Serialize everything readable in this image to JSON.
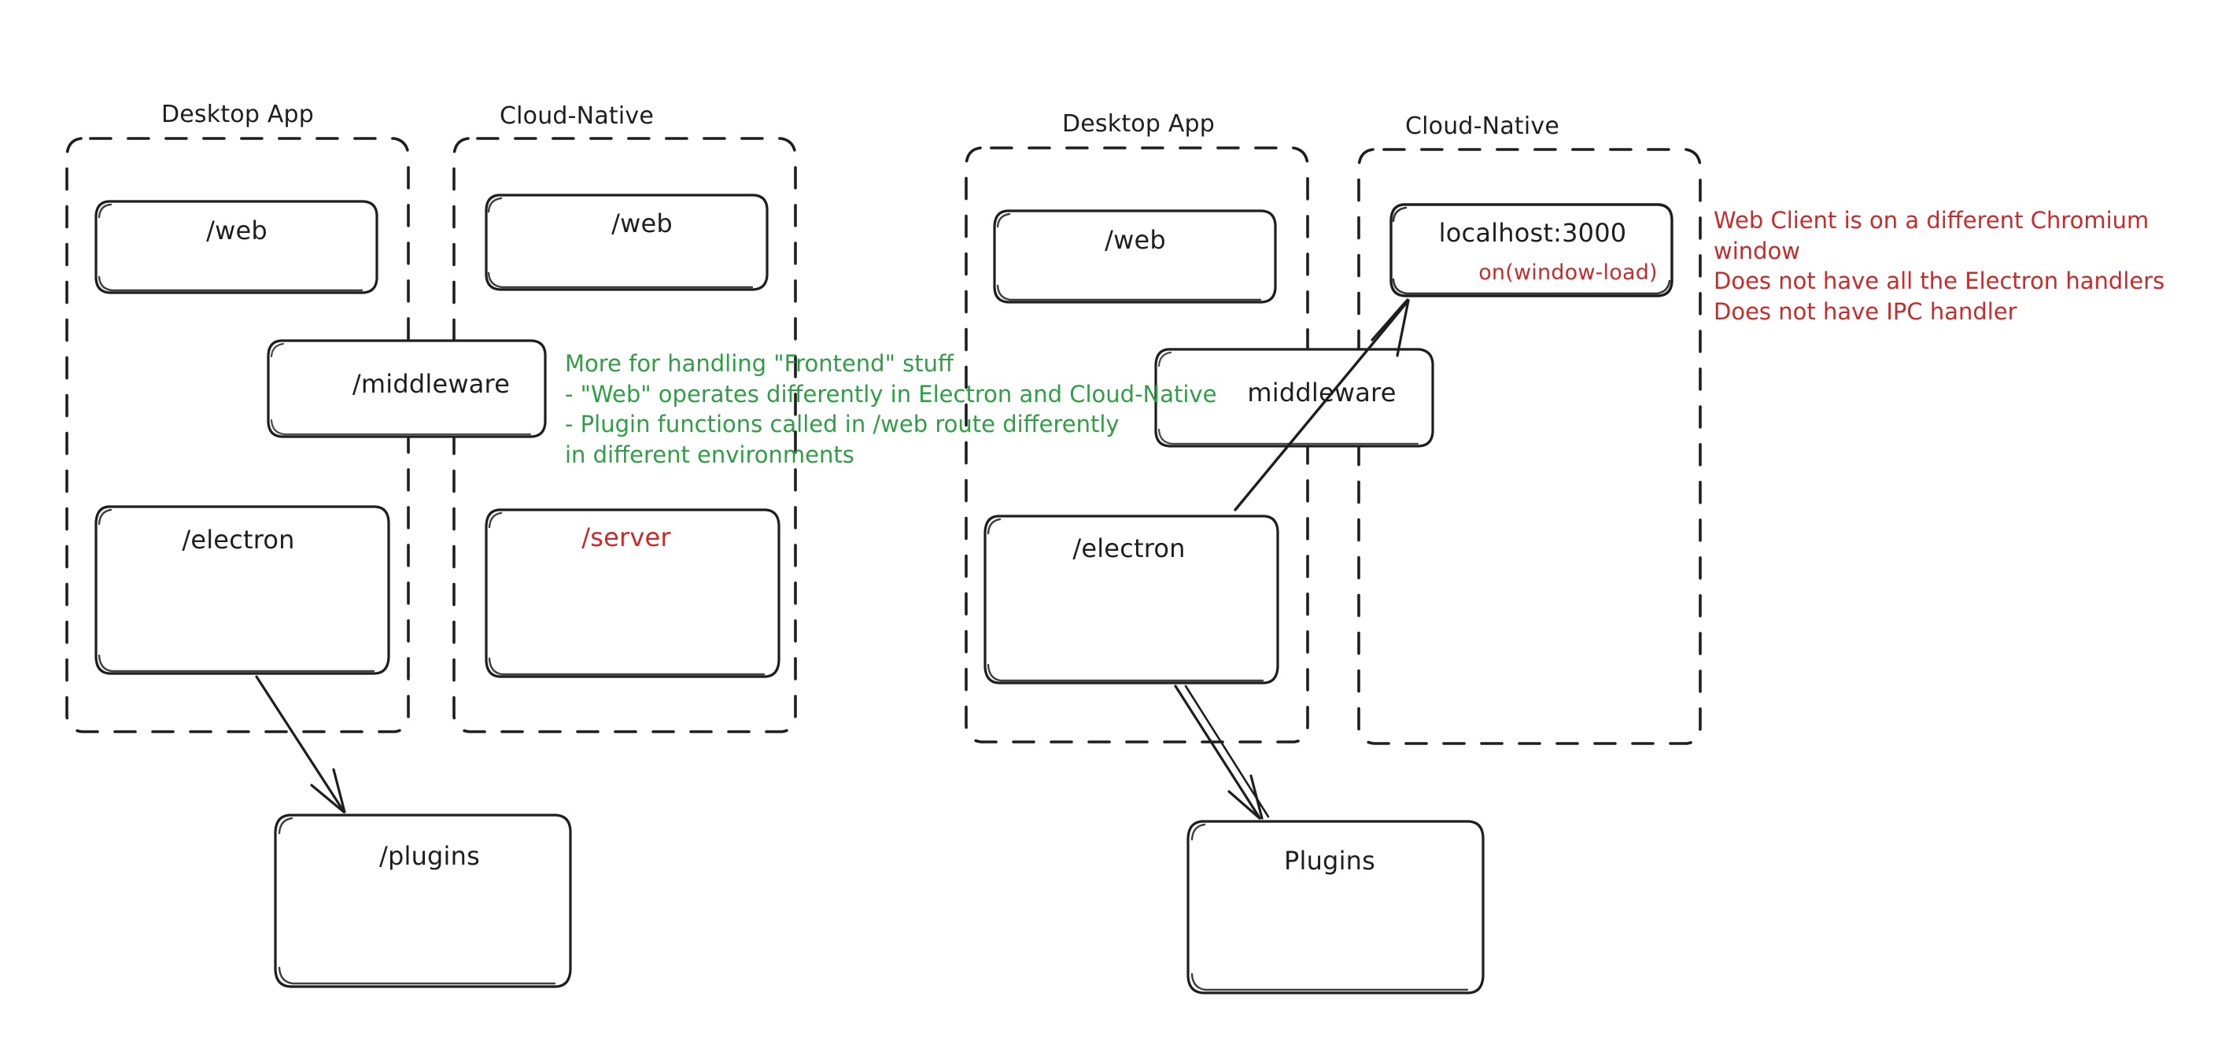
{
  "diagram": {
    "title": "Desktop App vs Cloud-Native architecture comparison",
    "style": "hand-drawn sketch",
    "colors": {
      "stroke": "#1e1e1e",
      "green_note": "#2f9e44",
      "red_note": "#c92a2a",
      "background": "#ffffff"
    }
  },
  "left_diagram": {
    "groups": [
      {
        "id": "left-desktop-app",
        "label": "Desktop App"
      },
      {
        "id": "left-cloud-native",
        "label": "Cloud-Native"
      }
    ],
    "boxes": [
      {
        "id": "left-desktop-web",
        "label": "/web",
        "color": "dark"
      },
      {
        "id": "left-cloud-web",
        "label": "/web",
        "color": "dark"
      },
      {
        "id": "left-middleware",
        "label": "/middleware",
        "color": "dark"
      },
      {
        "id": "left-electron",
        "label": "/electron",
        "color": "dark"
      },
      {
        "id": "left-server",
        "label": "/server",
        "color": "red"
      },
      {
        "id": "left-plugins",
        "label": "/plugins",
        "color": "dark"
      }
    ],
    "note_green": {
      "lines": [
        "More for handling \"Frontend\" stuff",
        "- \"Web\" operates differently in Electron and Cloud-Native",
        "- Plugin functions called in /web route differently",
        "in different environments"
      ]
    },
    "arrows": [
      {
        "id": "left-electron-to-plugins",
        "from": "/electron",
        "to": "/plugins"
      }
    ]
  },
  "right_diagram": {
    "groups": [
      {
        "id": "right-desktop-app",
        "label": "Desktop App"
      },
      {
        "id": "right-cloud-native",
        "label": "Cloud-Native"
      }
    ],
    "boxes": [
      {
        "id": "right-desktop-web",
        "label": "/web",
        "color": "dark"
      },
      {
        "id": "right-localhost",
        "label": "localhost:3000",
        "sublabel": "on(window-load)",
        "color": "dark"
      },
      {
        "id": "right-middleware",
        "label": "middleware",
        "color": "dark"
      },
      {
        "id": "right-electron",
        "label": "/electron",
        "color": "dark"
      },
      {
        "id": "right-plugins",
        "label": "Plugins",
        "color": "dark"
      }
    ],
    "note_red": {
      "lines": [
        "Web Client is on a different Chromium window",
        "Does not have all the Electron handlers",
        "Does not have IPC handler"
      ]
    },
    "arrows": [
      {
        "id": "right-electron-to-localhost",
        "from": "/electron",
        "to": "localhost:3000"
      },
      {
        "id": "right-electron-to-plugins",
        "from": "/electron",
        "to": "Plugins"
      }
    ]
  }
}
